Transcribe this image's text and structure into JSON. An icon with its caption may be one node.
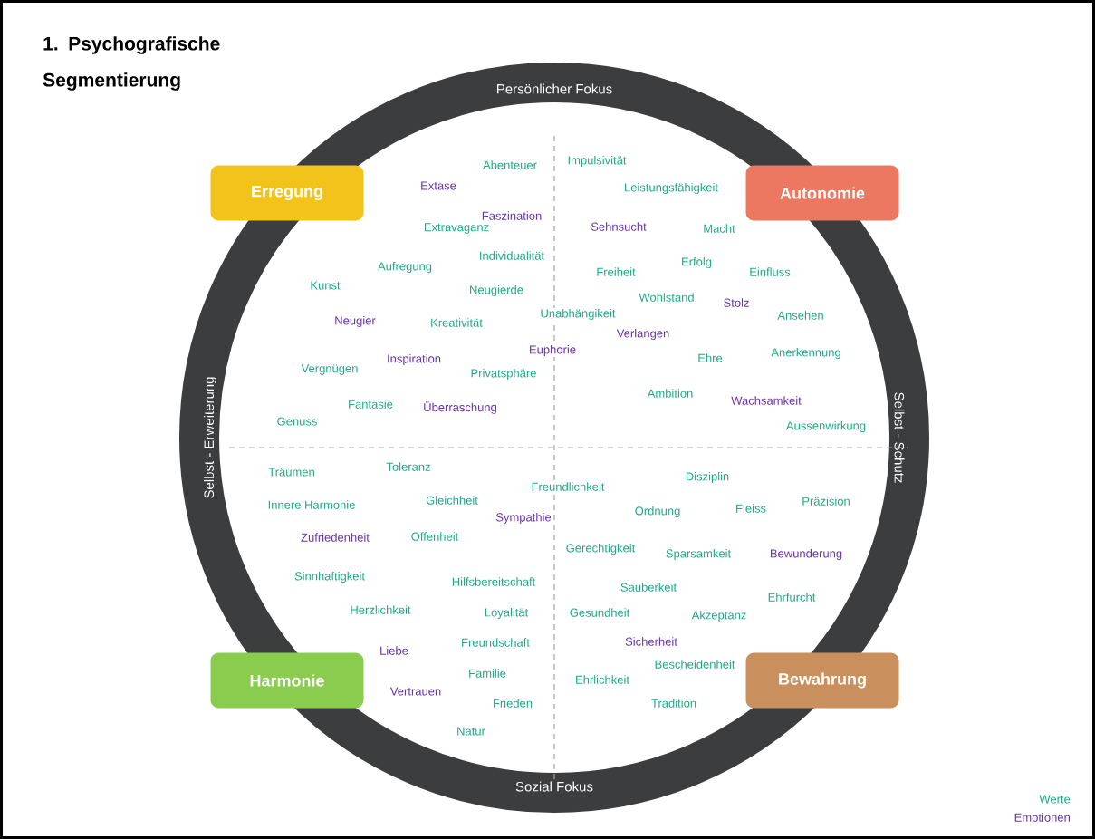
{
  "diagram": {
    "title": "1. Psychografische Segmentierung",
    "nodes": [
      {
        "text": [
          "Erregung"
        ]
      },
      {
        "text": [
          "Autonomie"
        ]
      },
      {
        "text": [
          "Harmonie"
        ]
      },
      {
        "text": [
          "Bewahrung"
        ]
      }
    ],
    "labels": [
      "Persönlicher Fokus",
      "Selbst - Erweiterung",
      "Selbst - Schutz",
      "Abenteuer",
      "Extase",
      "Faszination",
      "Extravaganz",
      "Individualität",
      "Aufregung",
      "Kunst",
      "Neugierde",
      "Neugier",
      "Kreativität",
      "Unabhängikeit",
      "Euphorie",
      "Inspiration",
      "Vergnügen",
      "Privatsphäre",
      "Fantasie",
      "Überraschung",
      "Genuss",
      "Impulsivität",
      "Leistungsfähigkeit",
      "Sehnsucht",
      "Macht",
      "Erfolg",
      "Freiheit",
      "Einfluss",
      "Wohlstand",
      "Stolz",
      "Ansehen",
      "Verlangen",
      "Ehre",
      "Anerkennung",
      "Ambition",
      "Wachsamkeit",
      "Aussenwirkung",
      "Träumen",
      "Toleranz",
      "Freundlichkeit",
      "Innere Harmonie",
      "Gleichheit",
      "Sympathie",
      "Zufriedenheit",
      "Offenheit",
      "Sinnhaftigkeit",
      "Hilfsbereitschaft",
      "Herzlichkeit",
      "Loyalität",
      "Freundschaft",
      "Liebe",
      "Familie",
      "Vertrauen",
      "Frieden",
      "Natur",
      "Disziplin",
      "Ordnung",
      "Fleiss",
      "Präzision",
      "Gerechtigkeit",
      "Sparsamkeit",
      "Bewunderung",
      "Sauberkeit",
      "Ehrfurcht",
      "Gesundheit",
      "Akzeptanz",
      "Sicherheit",
      "Bescheidenheit",
      "Ehrlichkeit",
      "Tradition",
      "Sozial Fokus"
    ],
    "legend": [
      {
        "text": "Werte",
        "color": "#1fa98c"
      },
      {
        "text": "Emotionen",
        "color": "#6a35a8"
      }
    ]
  }
}
